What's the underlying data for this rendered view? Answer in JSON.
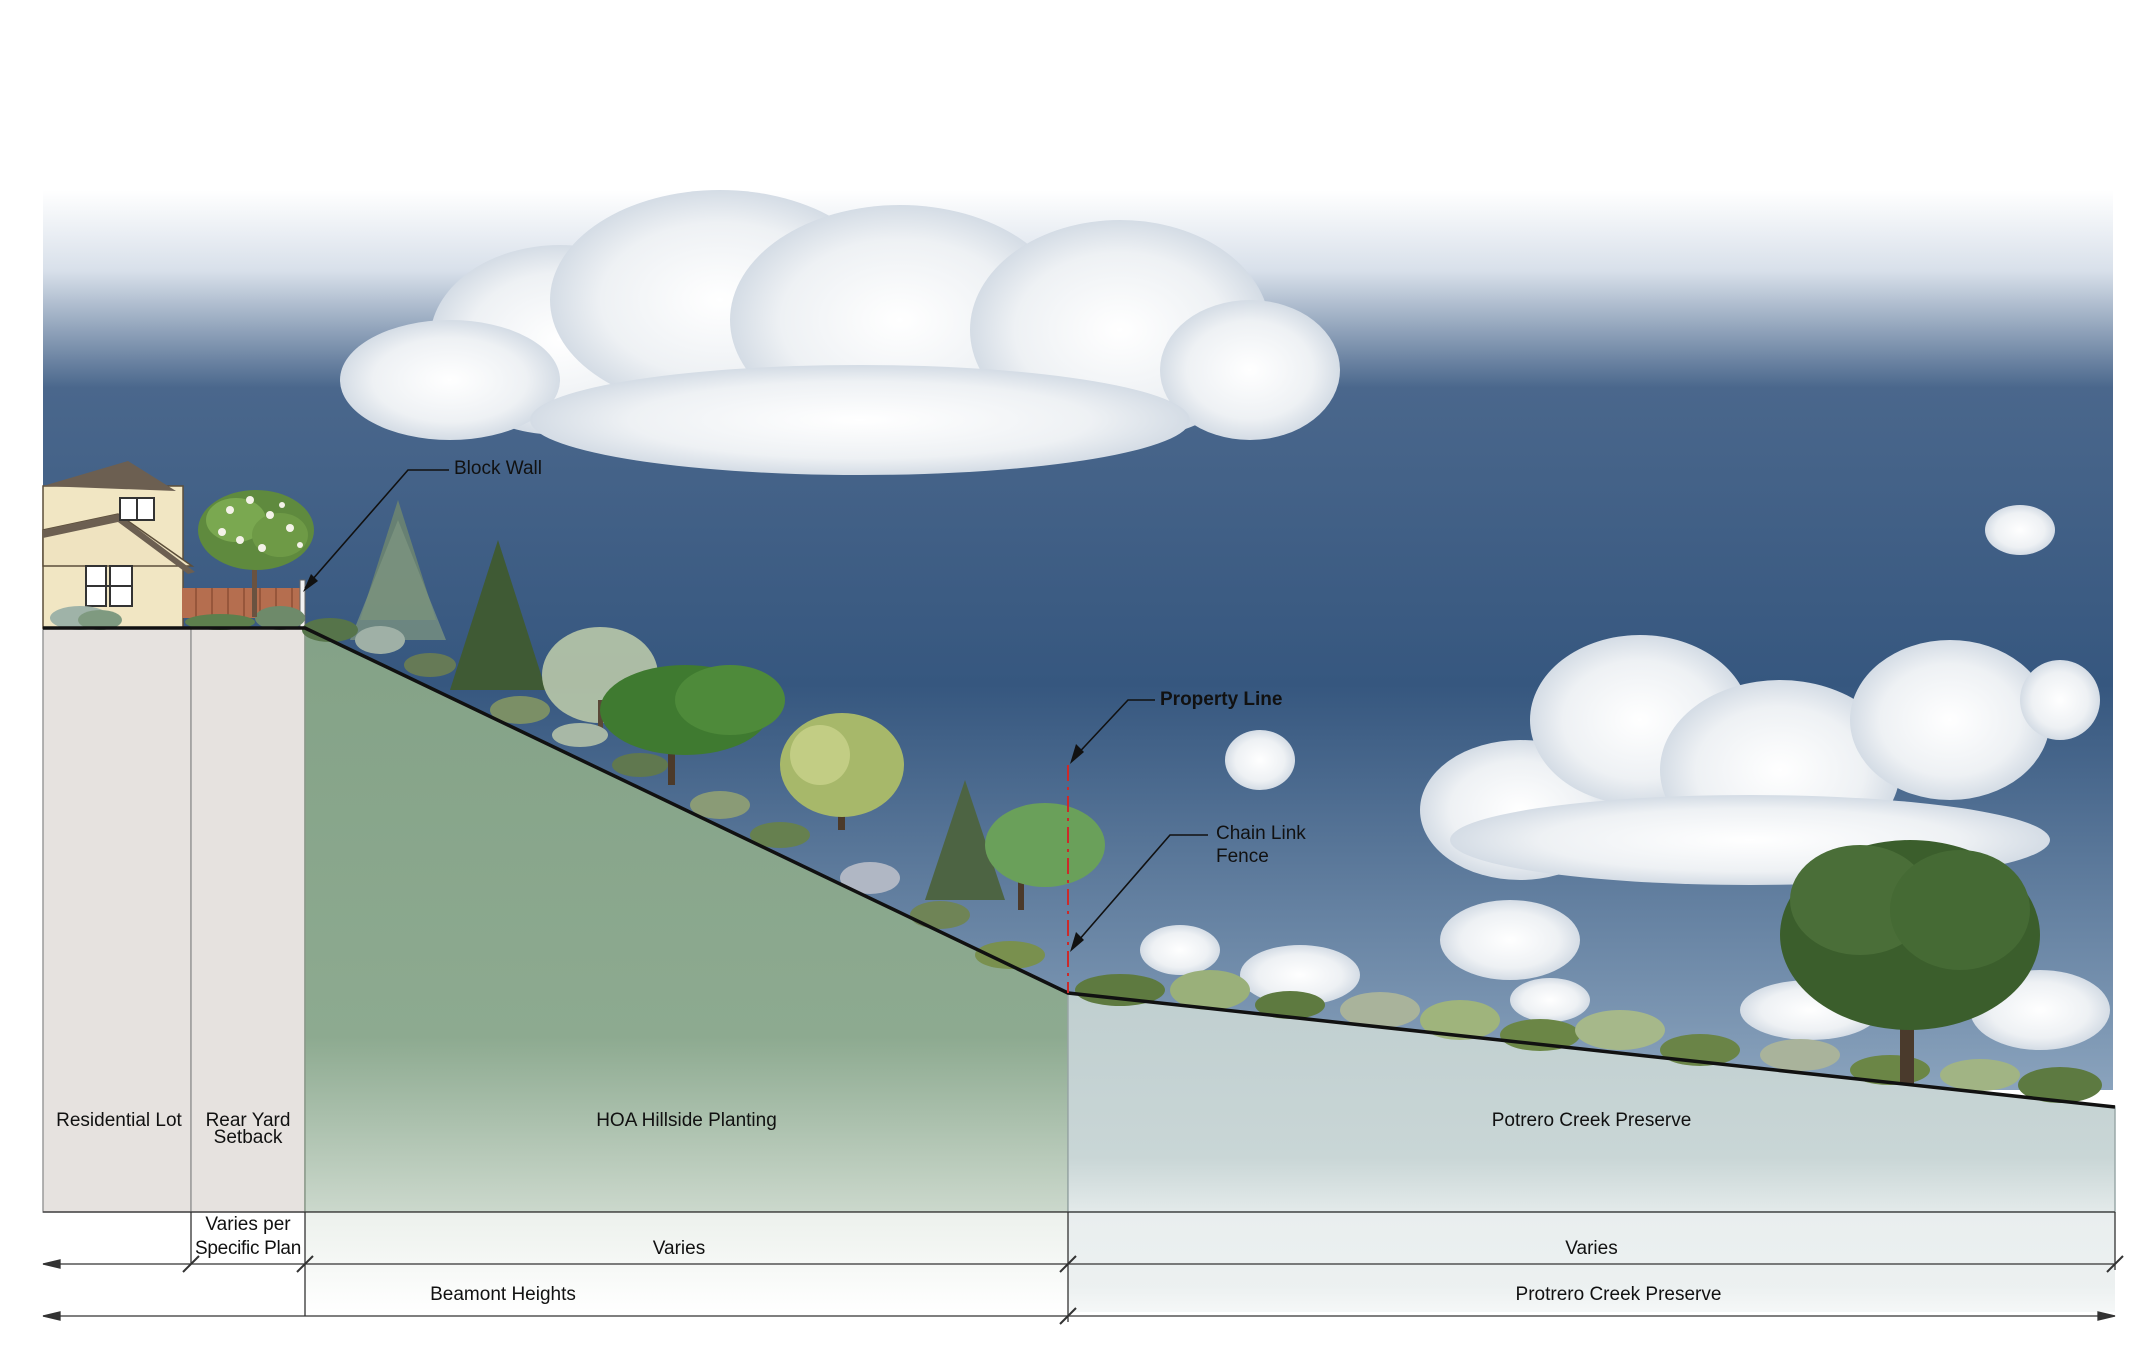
{
  "zones": {
    "residential_lot": "Residential Lot",
    "rear_yard_setback": "Rear Yard Setback",
    "hoa_hillside": "HOA Hillside Planting",
    "potrero_preserve": "Potrero Creek Preserve"
  },
  "callouts": {
    "block_wall": "Block Wall",
    "property_line": "Property Line",
    "chain_link_fence_line1": "Chain Link",
    "chain_link_fence_line2": "Fence"
  },
  "dimensions": {
    "setback_line1": "Varies per",
    "setback_line2": "Specific Plan",
    "hoa_width": "Varies",
    "preserve_width": "Varies",
    "beamont_heights": "Beamont Heights",
    "protrero_preserve": "Protrero Creek Preserve"
  },
  "colors": {
    "sky_top": "#3e5f86",
    "sky_bottom": "#7f99b6",
    "hillside_fill": "#8aa58d",
    "preserve_fill": "#c5d2d3",
    "lot_fill": "#e6e2df",
    "property_line": "#cc2a2a"
  }
}
